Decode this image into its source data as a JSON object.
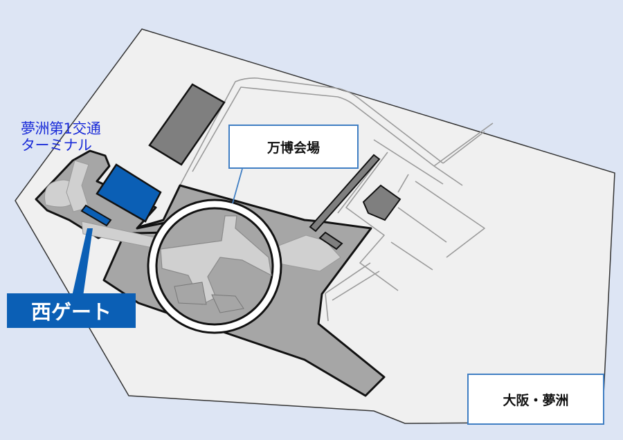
{
  "map": {
    "venue_label": "万博会場",
    "gate_label": "西ゲート",
    "terminal_label_line1": "夢洲第1交通",
    "terminal_label_line2": "ターミナル",
    "area_label": "大阪・夢洲"
  },
  "colors": {
    "sea": "#dde5f4",
    "land": "#f0f0f0",
    "site": "#a6a6a6",
    "building_dark": "#7f7f7f",
    "highlight_blue": "#0b5fb5",
    "label_blue": "#1a2cd8",
    "frame_blue": "#3f7ec3"
  }
}
